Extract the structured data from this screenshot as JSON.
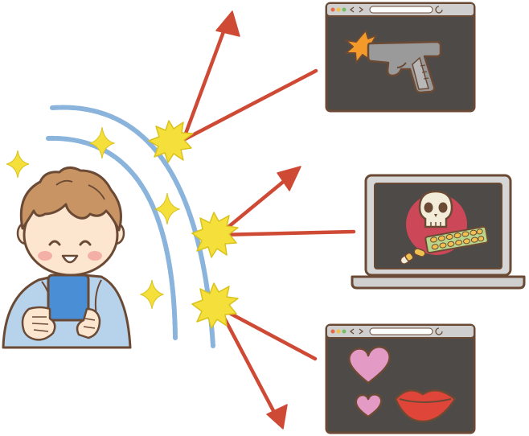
{
  "illustration": {
    "subject": "child-with-smartphone",
    "filter_effect": "blocking-shield",
    "blocked_items": [
      {
        "kind": "browser-window",
        "content_icon": "gun-icon"
      },
      {
        "kind": "laptop",
        "content_icon": "skull-and-pills-icon"
      },
      {
        "kind": "browser-window",
        "content_icon": "hearts-and-lips-icon"
      }
    ]
  },
  "colors": {
    "background": "#ffffff",
    "outline": "#6b4a35",
    "screen": "#4d4a48",
    "frame": "#cfcfcf",
    "shield": "#8ab4dc",
    "burst": "#f5df3a",
    "arrow": "#cf4a35",
    "skin": "#fde6cf",
    "hair": "#c99463",
    "hoodie": "#b7d3ec",
    "phone": "#4a8fd6",
    "cheek": "#f5b0a6",
    "gun_body": "#9a9a9a",
    "gun_grip": "#b8b8b8",
    "muzzle_flash": "#f39a2a",
    "heart": "#e39ac4",
    "lips": "#e0453a",
    "skull_bg": "#cc4757",
    "skull": "#f3ecd8",
    "pill_pack": "#b8d68a",
    "pill": "#f0c050"
  }
}
